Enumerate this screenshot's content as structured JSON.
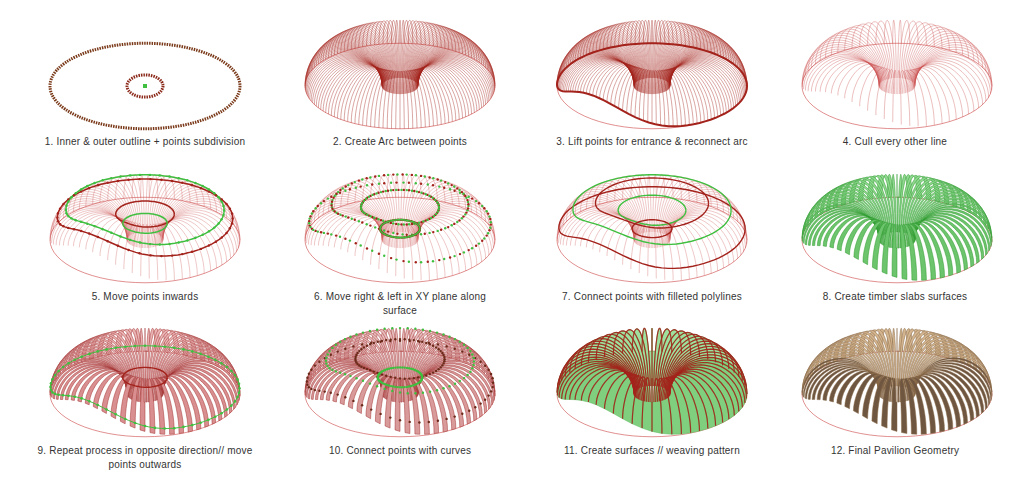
{
  "diagram": {
    "labels": [
      "1. Inner & outer outline + points subdivision",
      "2. Create Arc between points",
      "3. Lift points for entrance & reconnect arc",
      "4. Cull every other line",
      "5. Move points inwards",
      "6. Move right & left in XY plane along surface",
      "7. Connect points with filleted polylines",
      "8. Create timber slabs surfaces",
      "9. Repeat process in opposite direction// move points outwards",
      "10. Connect points with curves",
      "11. Create surfaces // weaving pattern",
      "12. Final Pavilion Geometry"
    ]
  }
}
